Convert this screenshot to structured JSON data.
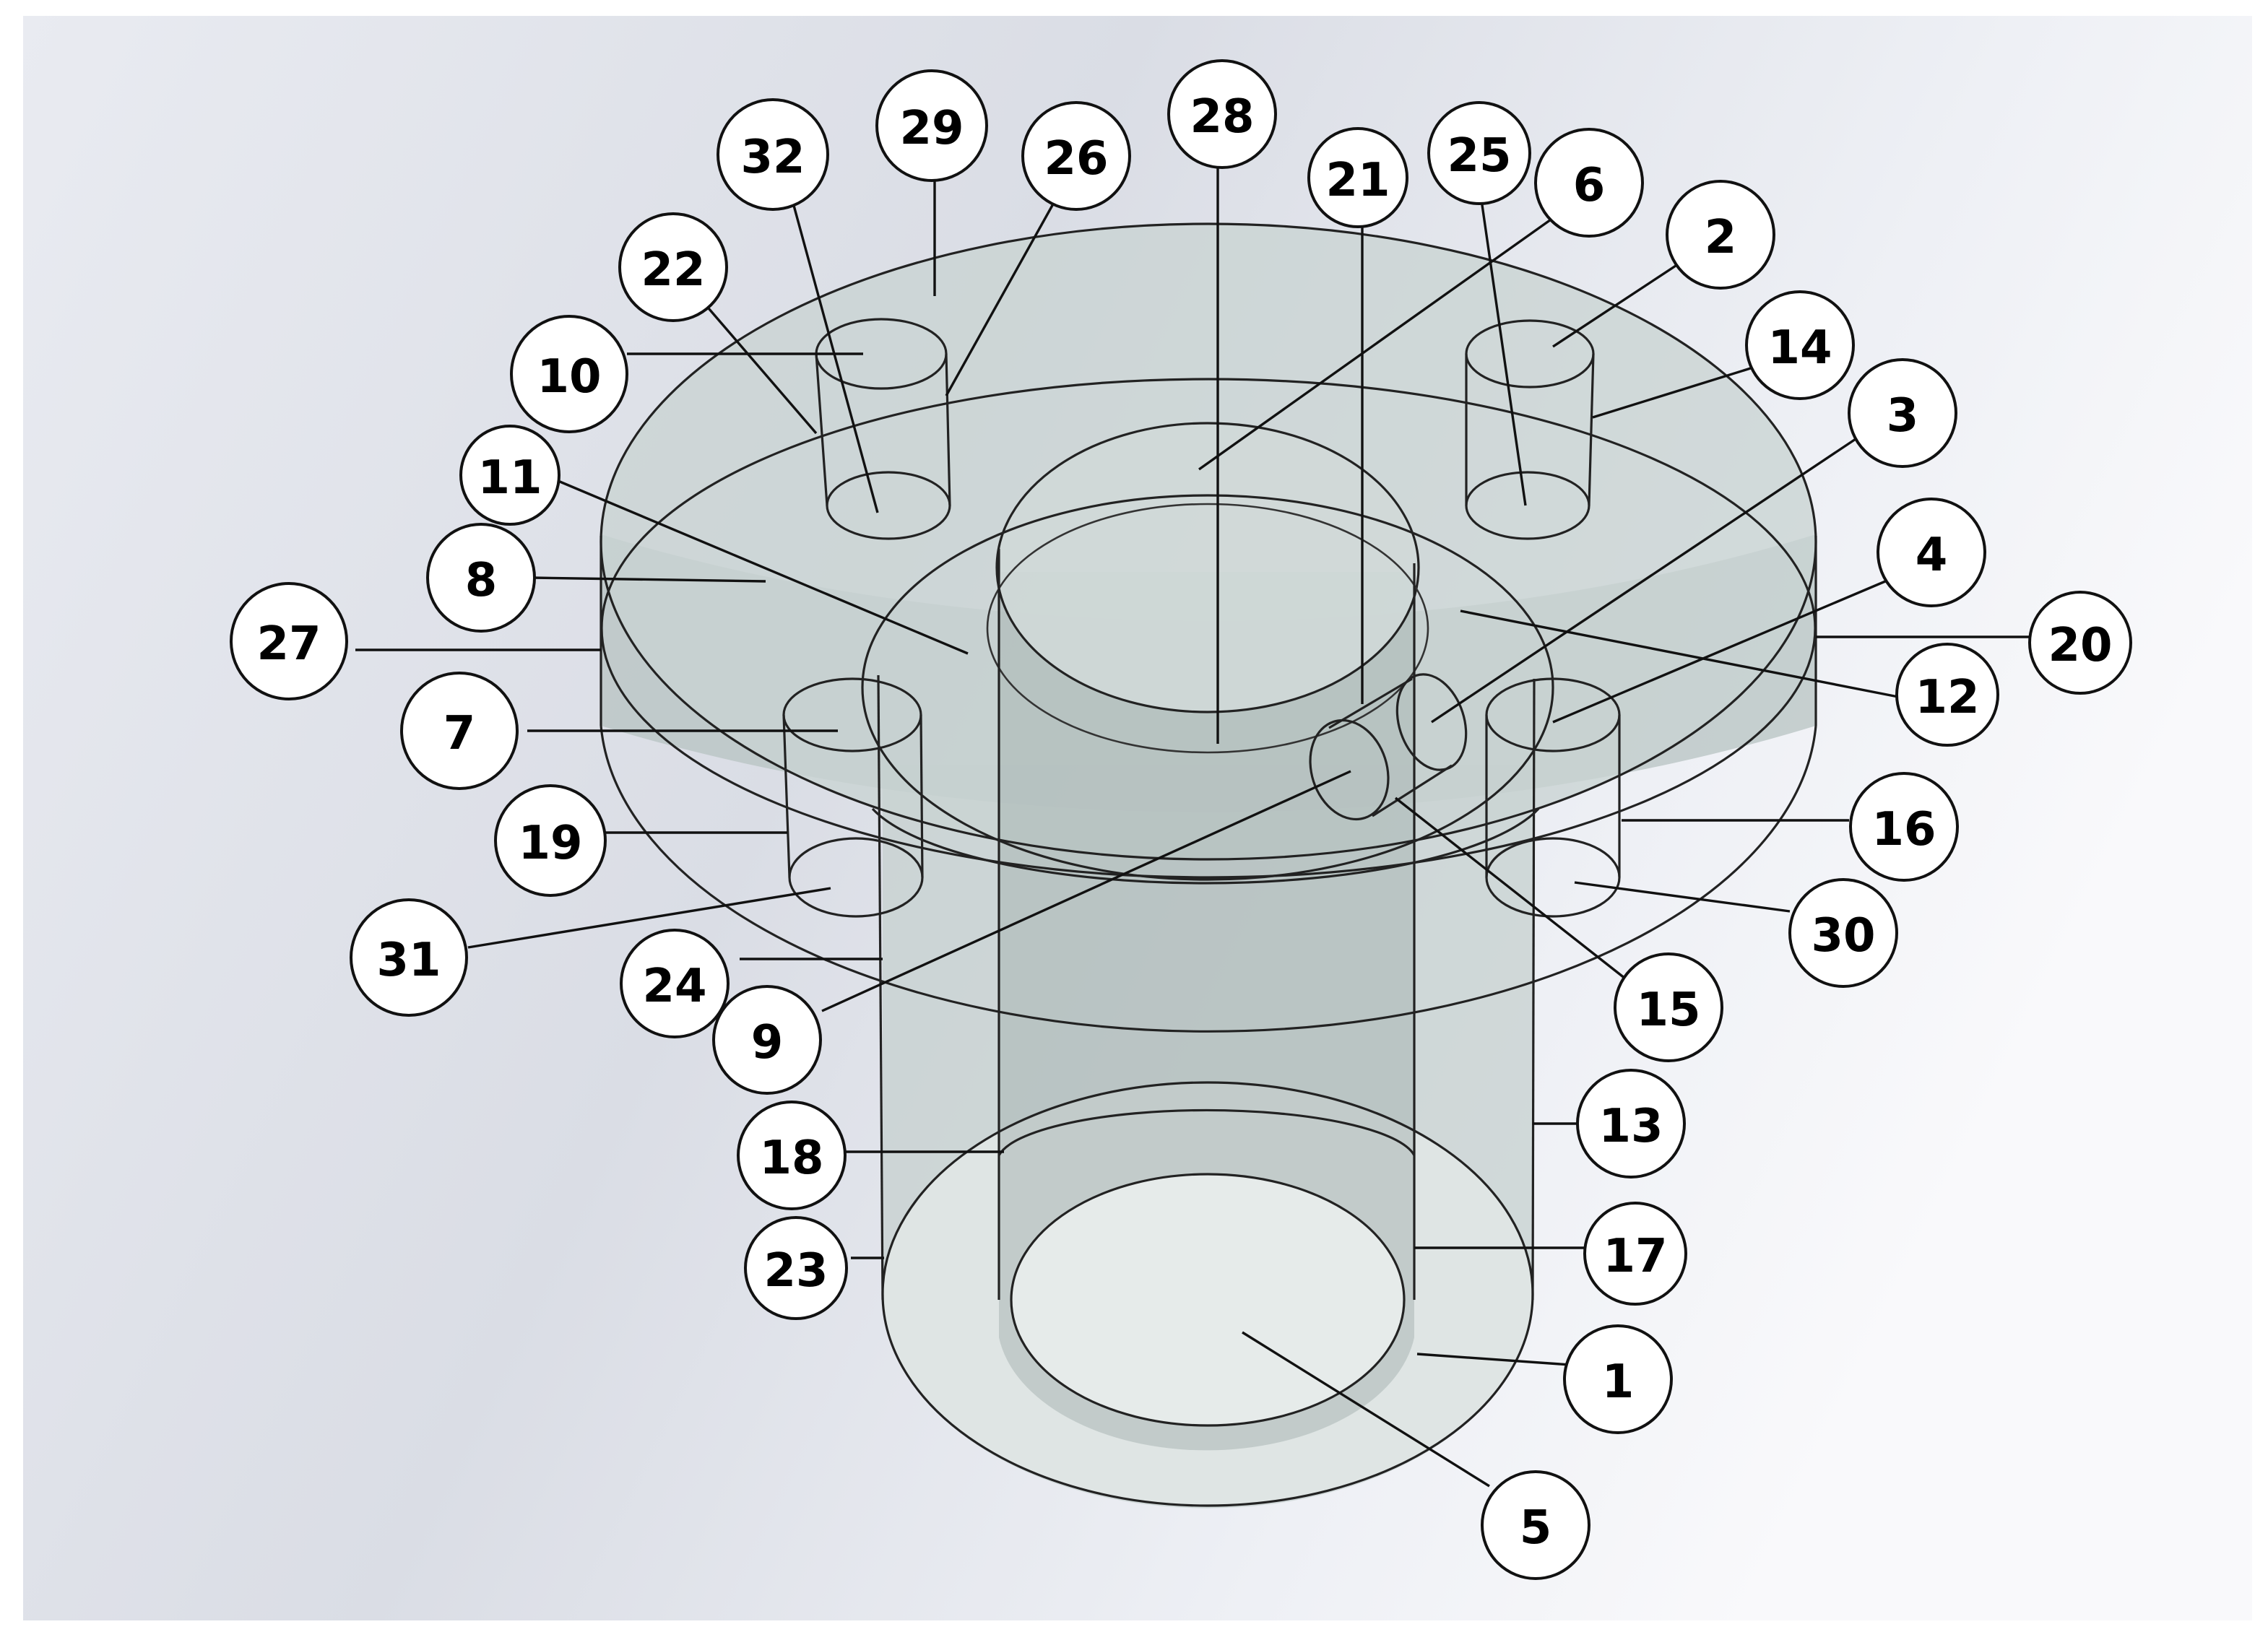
{
  "callouts": {
    "c1": "1",
    "c2": "2",
    "c3": "3",
    "c4": "4",
    "c5": "5",
    "c6": "6",
    "c7": "7",
    "c8": "8",
    "c9": "9",
    "c10": "10",
    "c11": "11",
    "c12": "12",
    "c13": "13",
    "c14": "14",
    "c15": "15",
    "c16": "16",
    "c17": "17",
    "c18": "18",
    "c19": "19",
    "c20": "20",
    "c21": "21",
    "c22": "22",
    "c23": "23",
    "c24": "24",
    "c25": "25",
    "c26": "26",
    "c27": "27",
    "c28": "28",
    "c29": "29",
    "c30": "30",
    "c31": "31",
    "c32": "32"
  },
  "colors": {
    "background_light": "#f4f5f9",
    "background_dark": "#dcdfe6",
    "body_fill": "#c4cfce",
    "outline": "#222222",
    "callout_fill": "#ffffff"
  }
}
